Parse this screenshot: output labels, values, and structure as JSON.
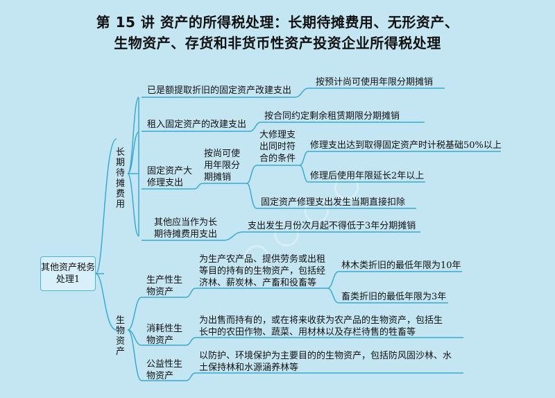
{
  "title": {
    "line1": "第 15 讲   资产的所得税处理：长期待摊费用、无形资产、",
    "line2": "生物资产、存货和非货币性资产投资企业所得税处理"
  },
  "root": {
    "label": "其他资产税务处理1"
  },
  "branch_long_term": {
    "label": "长期待摊费用",
    "items": [
      {
        "label": "已是额提取折旧的固定资产改建支出",
        "detail": "按预计尚可使用年限分期摊销"
      },
      {
        "label": "租入固定资产的改建支出",
        "detail": "按合同约定剩余租赁期限分期摊销"
      },
      {
        "label": "固定资产大修理支出",
        "method": "按尚可使用年限分期摊销",
        "condition": "大修理支出同时符合的条件",
        "conditions": [
          "修理支出达到取得固定资产时计税基础50%以上",
          "修理后使用年限延长2年以上"
        ],
        "other": "固定资产修理支出发生当期直接扣除"
      },
      {
        "label": "其他应当作为长期待摊费用支出",
        "detail": "支出发生月份次月起不得低于3年分期摊销"
      }
    ]
  },
  "branch_bio": {
    "label": "生物资产",
    "items": [
      {
        "label": "生产性生物资产",
        "desc": "为生产农产品、提供劳务或出租等目的持有的生物资产，包括经济林、薪炭林、产畜和役畜等",
        "details": [
          "林木类折旧的最低年限为10年",
          "畜类折旧的最低年限为3年"
        ]
      },
      {
        "label": "消耗性生物资产",
        "desc": "为出售而持有的，或在将来收获为农产品的生物资产，包括生长中的农田作物、蔬菜、用材林以及存栏待售的牲畜等"
      },
      {
        "label": "公益性生物资产",
        "desc": "以防护、环境保护为主要目的的生物资产，包括防风固沙林、水土保持林和水源涵养林等"
      }
    ]
  },
  "colors": {
    "background": "#c4e6f3",
    "line": "#3aa9d1",
    "root_border": "#4bb3d6"
  }
}
